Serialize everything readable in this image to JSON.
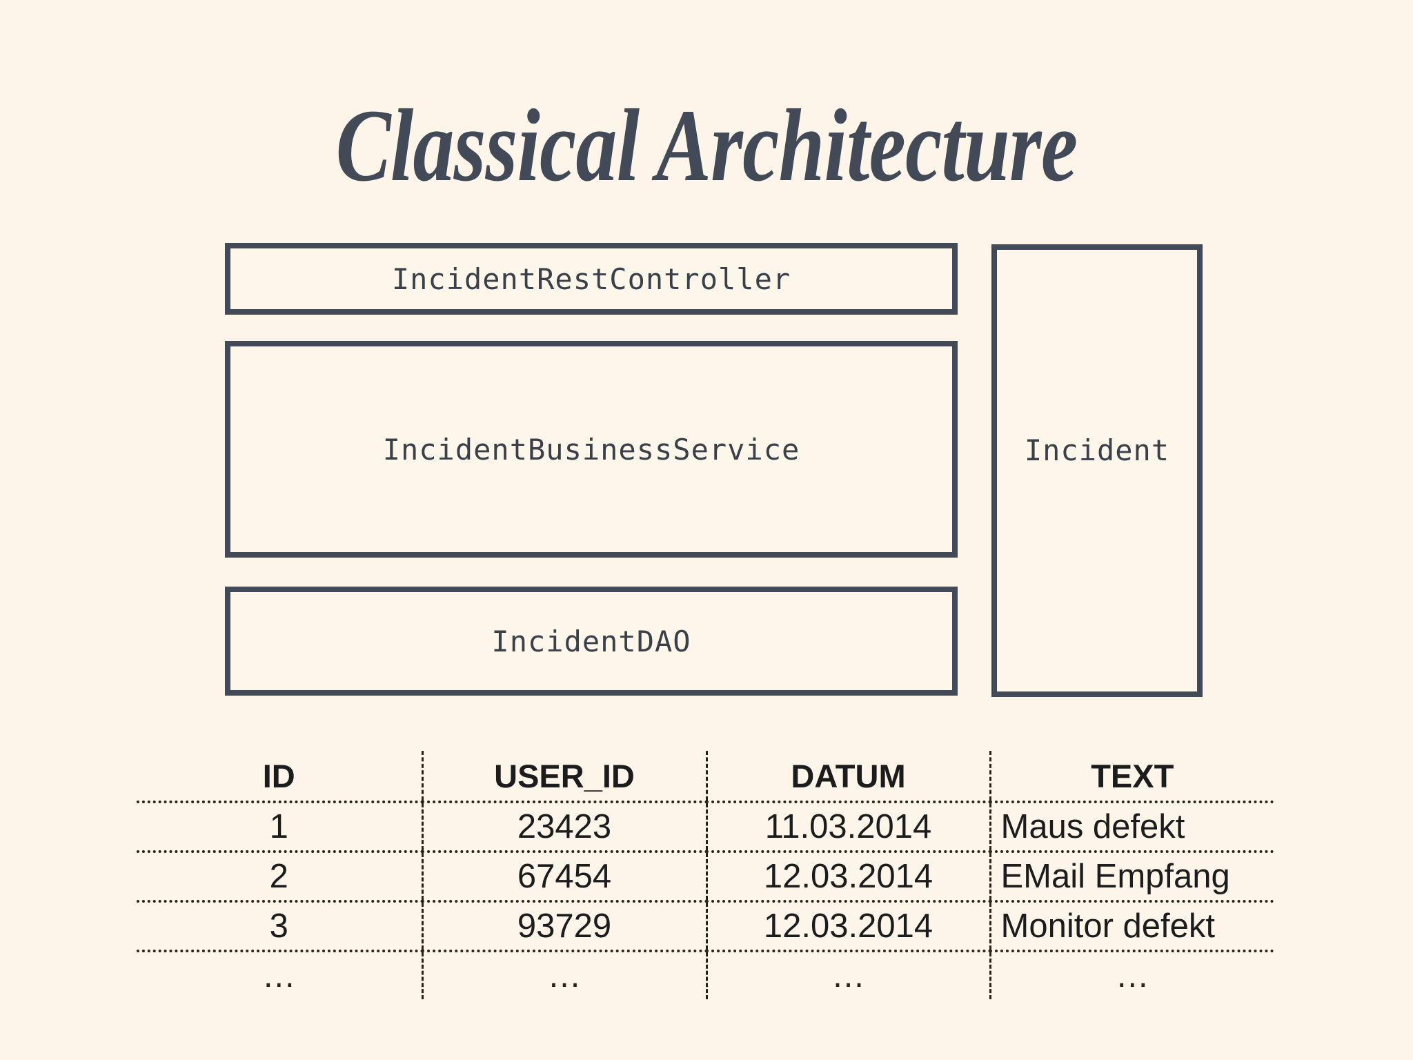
{
  "slide": {
    "title": "Classical Architecture",
    "background_color": "#FDF5E9",
    "ink_color": "#434A57"
  },
  "architecture": {
    "layers": [
      {
        "id": "controller",
        "label": "IncidentRestController"
      },
      {
        "id": "service",
        "label": "IncidentBusinessService"
      },
      {
        "id": "dao",
        "label": "IncidentDAO"
      }
    ],
    "entity": {
      "id": "entity",
      "label": "Incident"
    }
  },
  "table": {
    "columns": [
      "ID",
      "USER_ID",
      "DATUM",
      "TEXT"
    ],
    "rows": [
      {
        "id": "1",
        "user_id": "23423",
        "datum": "11.03.2014",
        "text": "Maus defekt"
      },
      {
        "id": "2",
        "user_id": "67454",
        "datum": "12.03.2014",
        "text": "EMail Empfang"
      },
      {
        "id": "3",
        "user_id": "93729",
        "datum": "12.03.2014",
        "text": "Monitor defekt"
      }
    ],
    "continuation": {
      "id": "…",
      "user_id": "…",
      "datum": "…",
      "text": "…"
    }
  }
}
